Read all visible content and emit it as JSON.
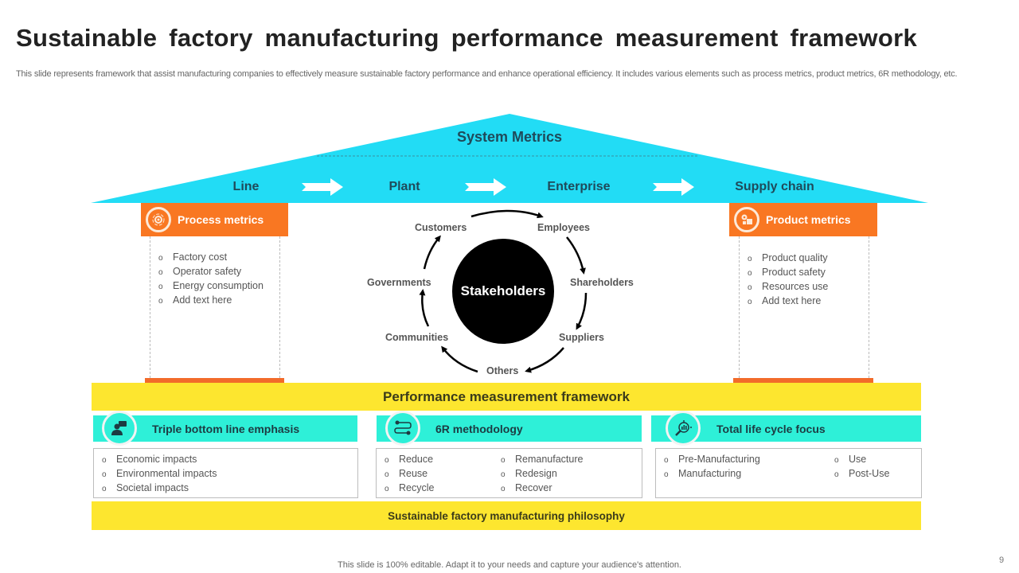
{
  "title": "Sustainable factory manufacturing performance measurement framework",
  "subtitle": "This slide represents framework that assist manufacturing companies to effectively measure sustainable factory performance and enhance operational efficiency. It includes various elements such as process metrics, product metrics, 6R methodology, etc.",
  "system_metrics": {
    "title": "System Metrics",
    "levels": [
      "Line",
      "Plant",
      "Enterprise",
      "Supply chain"
    ]
  },
  "process_metrics": {
    "title": "Process metrics",
    "icon": "gear-icon",
    "items": [
      "Factory cost",
      "Operator safety",
      "Energy consumption",
      "Add text here"
    ]
  },
  "product_metrics": {
    "title": "Product metrics",
    "icon": "gears-box-icon",
    "items": [
      "Product quality",
      "Product safety",
      "Resources use",
      "Add text here"
    ]
  },
  "stakeholders": {
    "center": "Stakeholders",
    "items": [
      "Customers",
      "Employees",
      "Shareholders",
      "Suppliers",
      "Others",
      "Communities",
      "Governments"
    ]
  },
  "framework_bar": "Performance measurement framework",
  "pillars": [
    {
      "title": "Triple bottom line emphasis",
      "icon": "person-chat-icon",
      "columns": [
        [
          "Economic impacts",
          "Environmental  impacts",
          "Societal impacts"
        ]
      ]
    },
    {
      "title": "6R methodology",
      "icon": "workflow-icon",
      "columns": [
        [
          "Reduce",
          "Reuse",
          "Recycle"
        ],
        [
          "Remanufacture",
          "Redesign",
          "Recover"
        ]
      ]
    },
    {
      "title": "Total life cycle focus",
      "icon": "target-chart-icon",
      "columns": [
        [
          "Pre-Manufacturing",
          "Manufacturing"
        ],
        [
          "Use",
          "Post-Use"
        ]
      ]
    }
  ],
  "philosophy_bar": "Sustainable factory manufacturing philosophy",
  "footer": "This slide is 100% editable. Adapt it to your needs and capture your audience's attention.",
  "page_number": "9",
  "colors": {
    "roof": "#22dcf5",
    "orange": "#f97722",
    "yellow": "#fde62f",
    "teal": "#2ef0d8"
  }
}
